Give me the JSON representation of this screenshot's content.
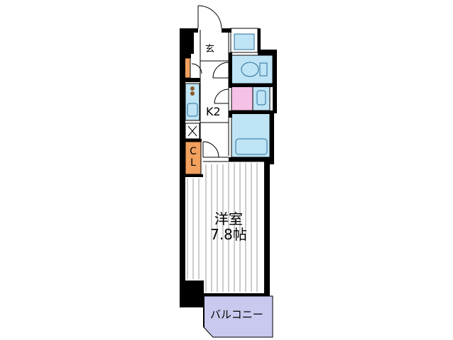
{
  "labels": {
    "entrance": "玄",
    "kitchen": "K2",
    "closet_line1": "C",
    "closet_line2": "L",
    "room_name": "洋室",
    "room_size": "7.8帖",
    "balcony": "バルコニー"
  },
  "colors": {
    "wall": "#000000",
    "fixture_blue": "#bfe4f5",
    "fixture_stroke": "#2a6f9a",
    "pink": "#f6c1e6",
    "orange": "#f2a05e",
    "balcony": "#c9c9ef",
    "floor_line": "#9a9a9a"
  }
}
